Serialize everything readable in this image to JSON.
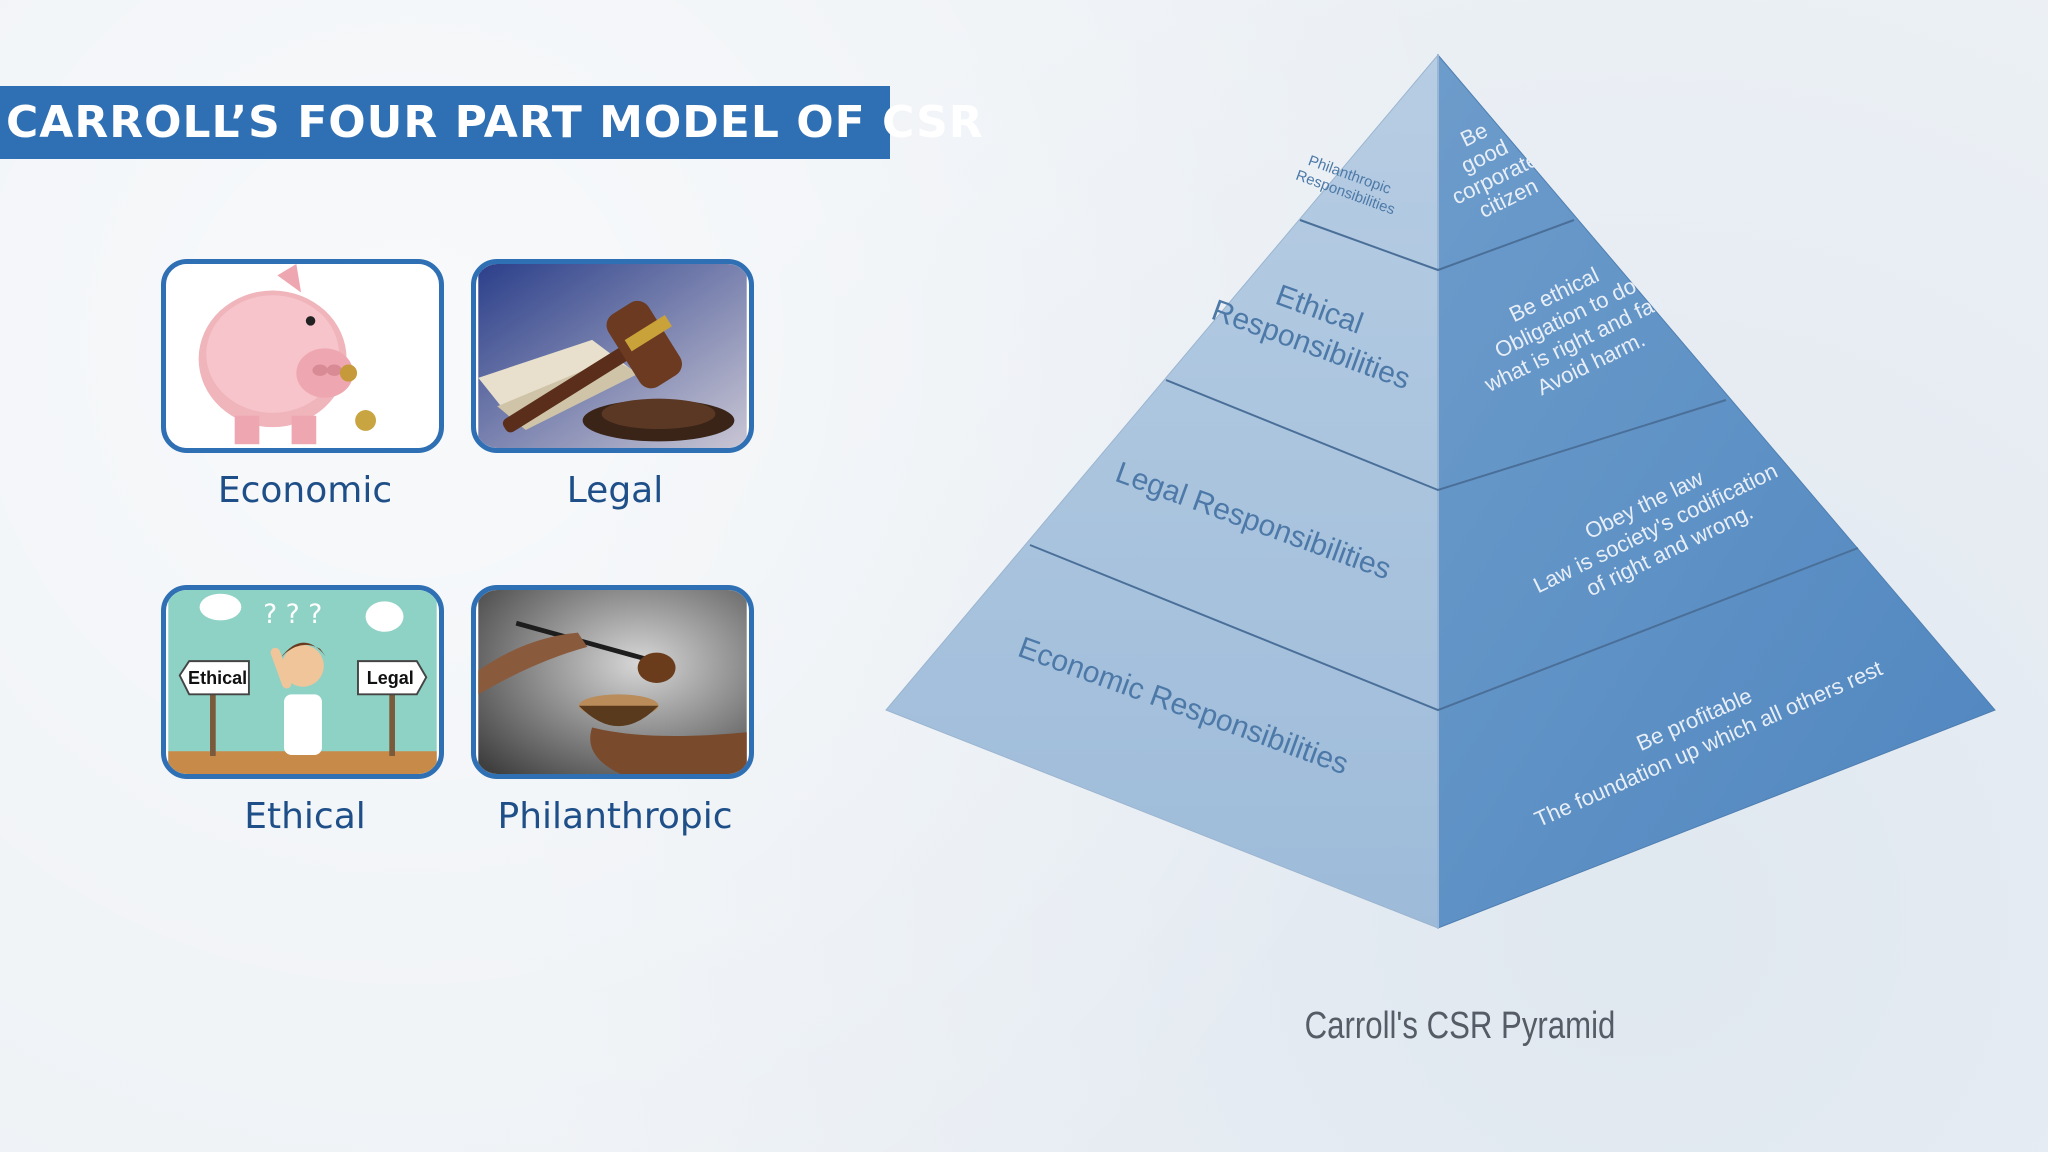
{
  "title": "CARROLL’S FOUR PART MODEL OF CSR",
  "cards": [
    {
      "label": "Economic",
      "icon": "piggy-bank-icon"
    },
    {
      "label": "Legal",
      "icon": "gavel-icon"
    },
    {
      "label": "Ethical",
      "icon": "crossroads-icon",
      "sign_left": "Ethical",
      "sign_right": "Legal"
    },
    {
      "label": "Philanthropic",
      "icon": "ladle-bowl-icon"
    }
  ],
  "pyramid": {
    "layers": [
      {
        "left": [
          "Philanthropic",
          "Responsibilities"
        ],
        "right": [
          "Be",
          "good",
          "corporate",
          "citizen"
        ]
      },
      {
        "left": [
          "Ethical",
          "Responsibilities"
        ],
        "right": [
          "Be ethical",
          "Obligation to do",
          "what is right and fair.",
          "Avoid harm."
        ]
      },
      {
        "left": [
          "Legal Responsibilities"
        ],
        "right": [
          "Obey the law",
          "Law is society's codification",
          "of right and wrong."
        ]
      },
      {
        "left": [
          "Economic Responsibilities"
        ],
        "right": [
          "Be profitable",
          "The foundation up which all others rest"
        ]
      }
    ],
    "caption": "Carroll's CSR Pyramid"
  },
  "colors": {
    "banner": "#2f6fb3",
    "pyramid_left": "#a9c2dc",
    "pyramid_right": "#5a8fc3"
  }
}
